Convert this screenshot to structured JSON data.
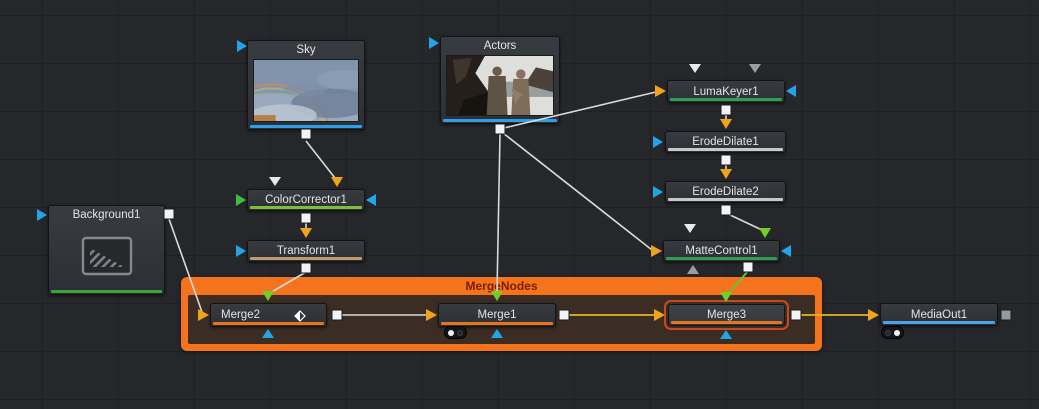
{
  "app": {
    "name": "Fusion node editor canvas"
  },
  "group": {
    "label": "MergeNodes",
    "border_color": "#F5731D",
    "label_color": "#7A2000",
    "inner_color": "#3B2D24"
  },
  "selected_node": "Merge3",
  "nodes": {
    "sky": {
      "label": "Sky",
      "type": "media-in",
      "stripe_color": "#2E9FE6",
      "thumbnail": "sky-with-rainbow-and-clouds"
    },
    "actors": {
      "label": "Actors",
      "type": "media-in",
      "stripe_color": "#2E9FE6",
      "thumbnail": "two-actors-on-rocky-shore"
    },
    "background1": {
      "label": "Background1",
      "type": "background",
      "stripe_color": "#3DA13D",
      "thumbnail": "diagonal-hatch-pattern-icon"
    },
    "colorcorrector1": {
      "label": "ColorCorrector1",
      "type": "color",
      "stripe_color": "#7CBE3C"
    },
    "transform1": {
      "label": "Transform1",
      "type": "transform",
      "stripe_color": "#C19A6B"
    },
    "lumakeyer1": {
      "label": "LumaKeyer1",
      "type": "keyer",
      "stripe_color": "#2F9E53"
    },
    "erodedilate1": {
      "label": "ErodeDilate1",
      "type": "filter",
      "stripe_color": "#C8C8C8"
    },
    "erodedilate2": {
      "label": "ErodeDilate2",
      "type": "filter",
      "stripe_color": "#C8C8C8"
    },
    "mattecontrol1": {
      "label": "MatteControl1",
      "type": "matte",
      "stripe_color": "#2F9E53"
    },
    "merge2": {
      "label": "Merge2",
      "type": "merge",
      "stripe_color": "#E8731E",
      "badge": "diamond-blend-indicator"
    },
    "merge1": {
      "label": "Merge1",
      "type": "merge",
      "stripe_color": "#E8731E",
      "badge": "two-dot-instance-indicator"
    },
    "merge3": {
      "label": "Merge3",
      "type": "merge",
      "stripe_color": "#E8731E",
      "selected": true
    },
    "mediaout1": {
      "label": "MediaOut1",
      "type": "media-out",
      "stripe_color": "#4AA3E8",
      "badge": "two-dot-instance-indicator"
    }
  },
  "connections": [
    {
      "from": "Sky",
      "to": "ColorCorrector1",
      "line_color": "#D9DADB",
      "arrow_color": "#F0A41B"
    },
    {
      "from": "ColorCorrector1",
      "to": "Transform1",
      "line_color": "#D9DADB",
      "arrow_color": "#F0A41B"
    },
    {
      "from": "Transform1",
      "to": "Merge2",
      "line_color": "#D9DADB",
      "arrow_color": "#74CE28"
    },
    {
      "from": "Background1",
      "to": "Merge2",
      "line_color": "#D9DADB",
      "arrow_color": "#F0A41B"
    },
    {
      "from": "Merge2",
      "to": "Merge1",
      "line_color": "#D9DADB",
      "arrow_color": "#F0A41B"
    },
    {
      "from": "Actors",
      "to": "Merge1",
      "line_color": "#D9DADB",
      "arrow_color": "#74CE28"
    },
    {
      "from": "Actors",
      "to": "LumaKeyer1",
      "line_color": "#D9DADB",
      "arrow_color": "#F0A41B"
    },
    {
      "from": "Actors",
      "to": "MatteControl1",
      "line_color": "#D9DADB",
      "arrow_color": "#F0A41B"
    },
    {
      "from": "LumaKeyer1",
      "to": "ErodeDilate1",
      "line_color": "#D9DADB",
      "arrow_color": "#F0A41B"
    },
    {
      "from": "ErodeDilate1",
      "to": "ErodeDilate2",
      "line_color": "#D9DADB",
      "arrow_color": "#F0A41B"
    },
    {
      "from": "ErodeDilate2",
      "to": "MatteControl1",
      "line_color": "#D9DADB",
      "arrow_color": "#74CE28"
    },
    {
      "from": "MatteControl1",
      "to": "Merge3",
      "line_color": "#62C832",
      "arrow_color": "#74CE28"
    },
    {
      "from": "Merge1",
      "to": "Merge3",
      "line_color": "#E3B520",
      "arrow_color": "#F0A41B"
    },
    {
      "from": "Merge3",
      "to": "MediaOut1",
      "line_color": "#E3B520",
      "arrow_color": "#F0A41B"
    }
  ],
  "port_colors": {
    "background_input_arrow": "#F0A41B",
    "foreground_input_arrow": "#74CE28",
    "effect_mask_arrow": "#23A3E8",
    "unconnected_input_arrow": "#E8E9EA",
    "output_square": "#F2F3F4",
    "selection_outline": "#C84A1C"
  }
}
